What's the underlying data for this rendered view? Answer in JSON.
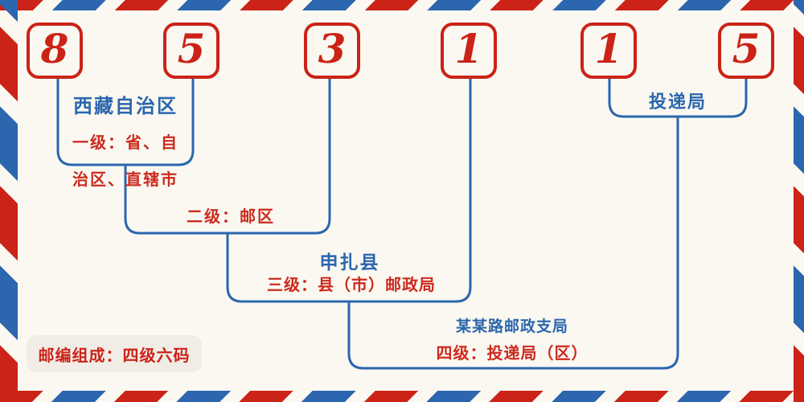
{
  "postal_code": {
    "digits": [
      "8",
      "5",
      "3",
      "1",
      "1",
      "5"
    ]
  },
  "levels": {
    "level1": {
      "region": "西藏自治区",
      "desc_line1": "一级：省、自",
      "desc_line2": "治区、直辖市"
    },
    "level2": {
      "desc": "二级：邮区"
    },
    "level3": {
      "region": "申扎县",
      "desc": "三级：县（市）邮政局"
    },
    "delivery_office": {
      "label": "投递局"
    },
    "level4": {
      "region": "某某路邮政支局",
      "desc": "四级：投递局（区）"
    }
  },
  "footer": {
    "note": "邮编组成：四级六码"
  },
  "colors": {
    "red": "#cb2317",
    "blue": "#2b66ae",
    "background": "#faf8f1",
    "pill_background": "#f1ede6"
  }
}
